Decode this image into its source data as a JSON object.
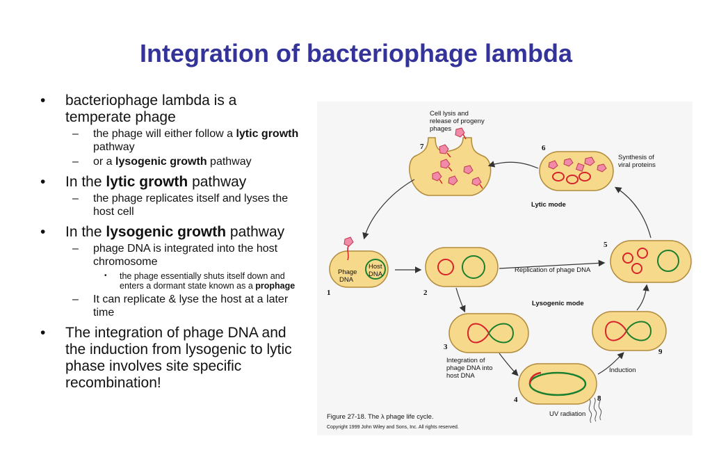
{
  "title": "Integration of bacteriophage lambda",
  "bullets": {
    "b1": "bacteriophage lambda is a temperate phage",
    "b1_s1_pre": "the phage will either follow a ",
    "b1_s1_bold": "lytic growth",
    "b1_s1_post": " pathway",
    "b1_s2_pre": "or a ",
    "b1_s2_bold": "lysogenic growth",
    "b1_s2_post": " pathway",
    "b2_pre": "In the ",
    "b2_bold": "lytic growth",
    "b2_post": " pathway",
    "b2_s1": "the phage replicates itself and lyses the host cell",
    "b3_pre": "In the ",
    "b3_bold": "lysogenic growth",
    "b3_post": " pathway",
    "b3_s1": " phage DNA is integrated into the host chromosome",
    "b3_s1_sub_pre": "the phage essentially shuts itself down and enters a dormant state known as a ",
    "b3_s1_sub_bold": "prophage",
    "b3_s2": "It can replicate & lyse the host at a later time",
    "b4": "The integration of phage DNA and the induction from lysogenic to lytic phase involves site specific recombination!"
  },
  "figure": {
    "caption": "Figure 27-18.  The λ phage life cycle.",
    "copyright": "Copyright 1999 John Wiley and Sons, Inc. All rights reserved.",
    "lysis_label": [
      "Cell lysis and",
      "release of progeny",
      "phages"
    ],
    "synthesis_label": [
      "Synthesis of",
      "viral proteins"
    ],
    "lytic_mode": "Lytic mode",
    "lysogenic_mode": "Lysogenic mode",
    "replication_label": "Replication of phage DNA",
    "phage_dna": [
      "Phage",
      "DNA"
    ],
    "host_dna": [
      "Host",
      "DNA"
    ],
    "integration_label": [
      "Integration of",
      "phage DNA into",
      "host DNA"
    ],
    "induction": "Induction",
    "uv": "UV radiation",
    "steps": [
      "1",
      "2",
      "3",
      "4",
      "5",
      "6",
      "7",
      "8",
      "9"
    ],
    "colors": {
      "cell_fill": "#f7d98b",
      "phage_dna": "#d7232a",
      "host_dna": "#1a7f2e",
      "protein": "#f08aa8",
      "title": "#333399"
    }
  }
}
